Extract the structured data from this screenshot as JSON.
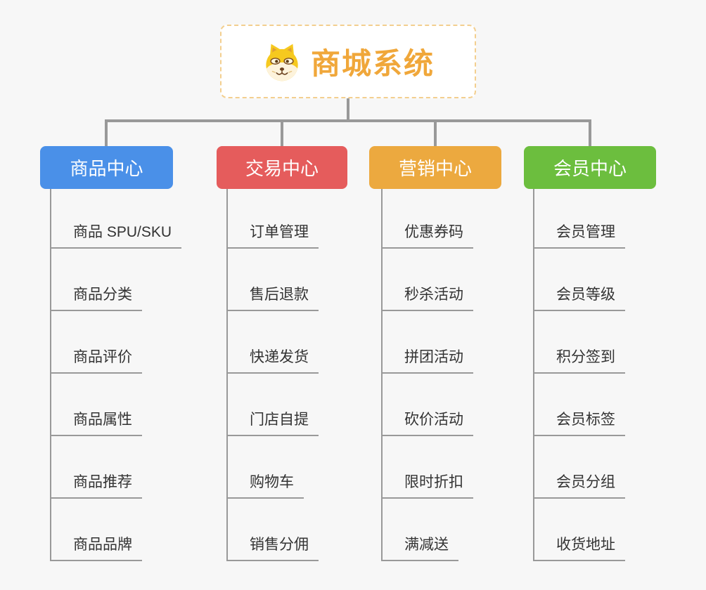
{
  "root": {
    "label": "商城系统",
    "icon": "shiba-dog-icon",
    "accent_color": "#f0a73a",
    "border_color": "#f3cf8f"
  },
  "branches": [
    {
      "label": "商品中心",
      "color": "#4a90e8",
      "items": [
        "商品 SPU/SKU",
        "商品分类",
        "商品评价",
        "商品属性",
        "商品推荐",
        "商品品牌"
      ]
    },
    {
      "label": "交易中心",
      "color": "#e55c5c",
      "items": [
        "订单管理",
        "售后退款",
        "快递发货",
        "门店自提",
        "购物车",
        "销售分佣"
      ]
    },
    {
      "label": "营销中心",
      "color": "#eca93f",
      "items": [
        "优惠券码",
        "秒杀活动",
        "拼团活动",
        "砍价活动",
        "限时折扣",
        "满减送"
      ]
    },
    {
      "label": "会员中心",
      "color": "#6cbe3e",
      "items": [
        "会员管理",
        "会员等级",
        "积分签到",
        "会员标签",
        "会员分组",
        "收货地址"
      ]
    }
  ],
  "line_color": "#999999",
  "leaf_text_color": "#333333",
  "background_color": "#f7f7f7"
}
